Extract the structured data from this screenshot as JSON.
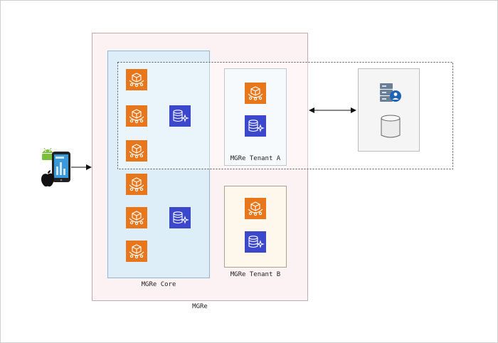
{
  "diagram": {
    "mgre_label": "MGRe",
    "core_label": "MGRe Core",
    "tenant_a_label": "MGRe Tenant A",
    "tenant_b_label": "MGRe Tenant B"
  },
  "colors": {
    "mgre_fill": "#fdf2f3",
    "mgre_border": "#c9a9ad",
    "core_fill": "#deeef9",
    "core_border": "#8fb8d6",
    "tenant_a_fill": "#f3f7fa",
    "tenant_b_fill": "#fdf7ec",
    "compute_orange": "#e8761b",
    "database_blue": "#3b48cc",
    "external_fill": "#f0f0f0"
  },
  "icons": {
    "compute": "aws-compute-cluster-icon",
    "database": "aws-database-icon",
    "mobile": "mobile-phone-icon",
    "android": "android-icon",
    "apple": "apple-icon",
    "server": "server-user-icon",
    "storage": "database-cylinder-icon"
  }
}
